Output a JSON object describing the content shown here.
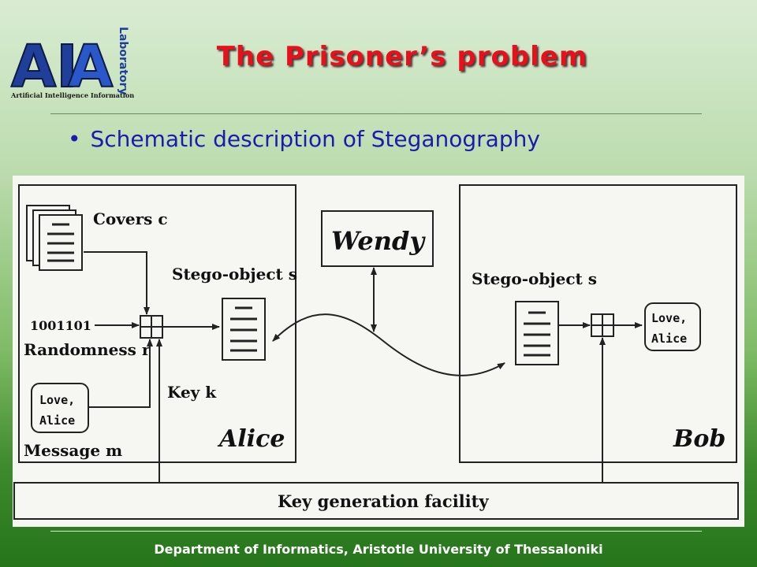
{
  "logo": {
    "letters_left": "AI",
    "letters_right": "A",
    "vertical_text": "Laboratory",
    "subtitle": "Artificial Intelligence Information Analysis"
  },
  "slide": {
    "title": "The Prisoner’s problem",
    "bullet": "Schematic description of Steganography"
  },
  "diagram": {
    "covers_label": "Covers c",
    "bits": "1001101",
    "randomness_label": "Randomness r",
    "key_label": "Key k",
    "message_label": "Message m",
    "message_line1": "Love,",
    "message_line2": "Alice",
    "stego_label_left": "Stego-object s",
    "stego_label_right": "Stego-object s",
    "wendy": "Wendy",
    "alice": "Alice",
    "bob": "Bob",
    "output_line1": "Love,",
    "output_line2": "Alice",
    "keygen": "Key generation facility"
  },
  "footer": {
    "text": "Department of Informatics, Aristotle University of Thessaloniki"
  },
  "colors": {
    "title": "#e8101a",
    "bullet": "#1b1bb0",
    "logo_blue": "#1f3f9a"
  }
}
